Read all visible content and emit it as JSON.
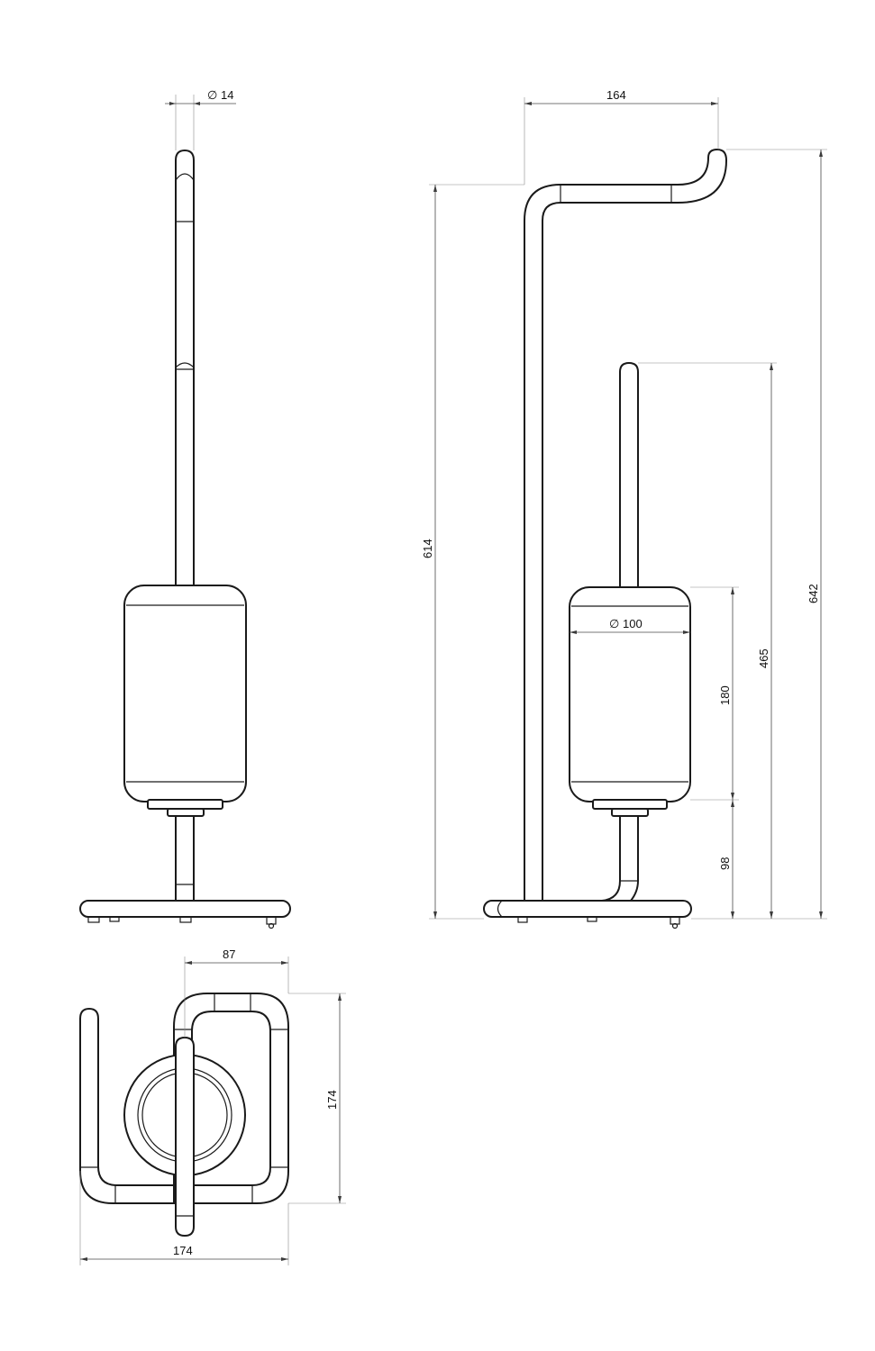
{
  "dimensions": {
    "tube_diameter": "14",
    "holder_width": "164",
    "paper_holder_height": "614",
    "total_height": "642",
    "brush_holder_height": "465",
    "container_height": "180",
    "container_diameter": "100",
    "base_to_container": "98",
    "top_width": "87",
    "top_depth": "174",
    "top_total_width": "174"
  },
  "symbols": {
    "diameter": "∅"
  }
}
